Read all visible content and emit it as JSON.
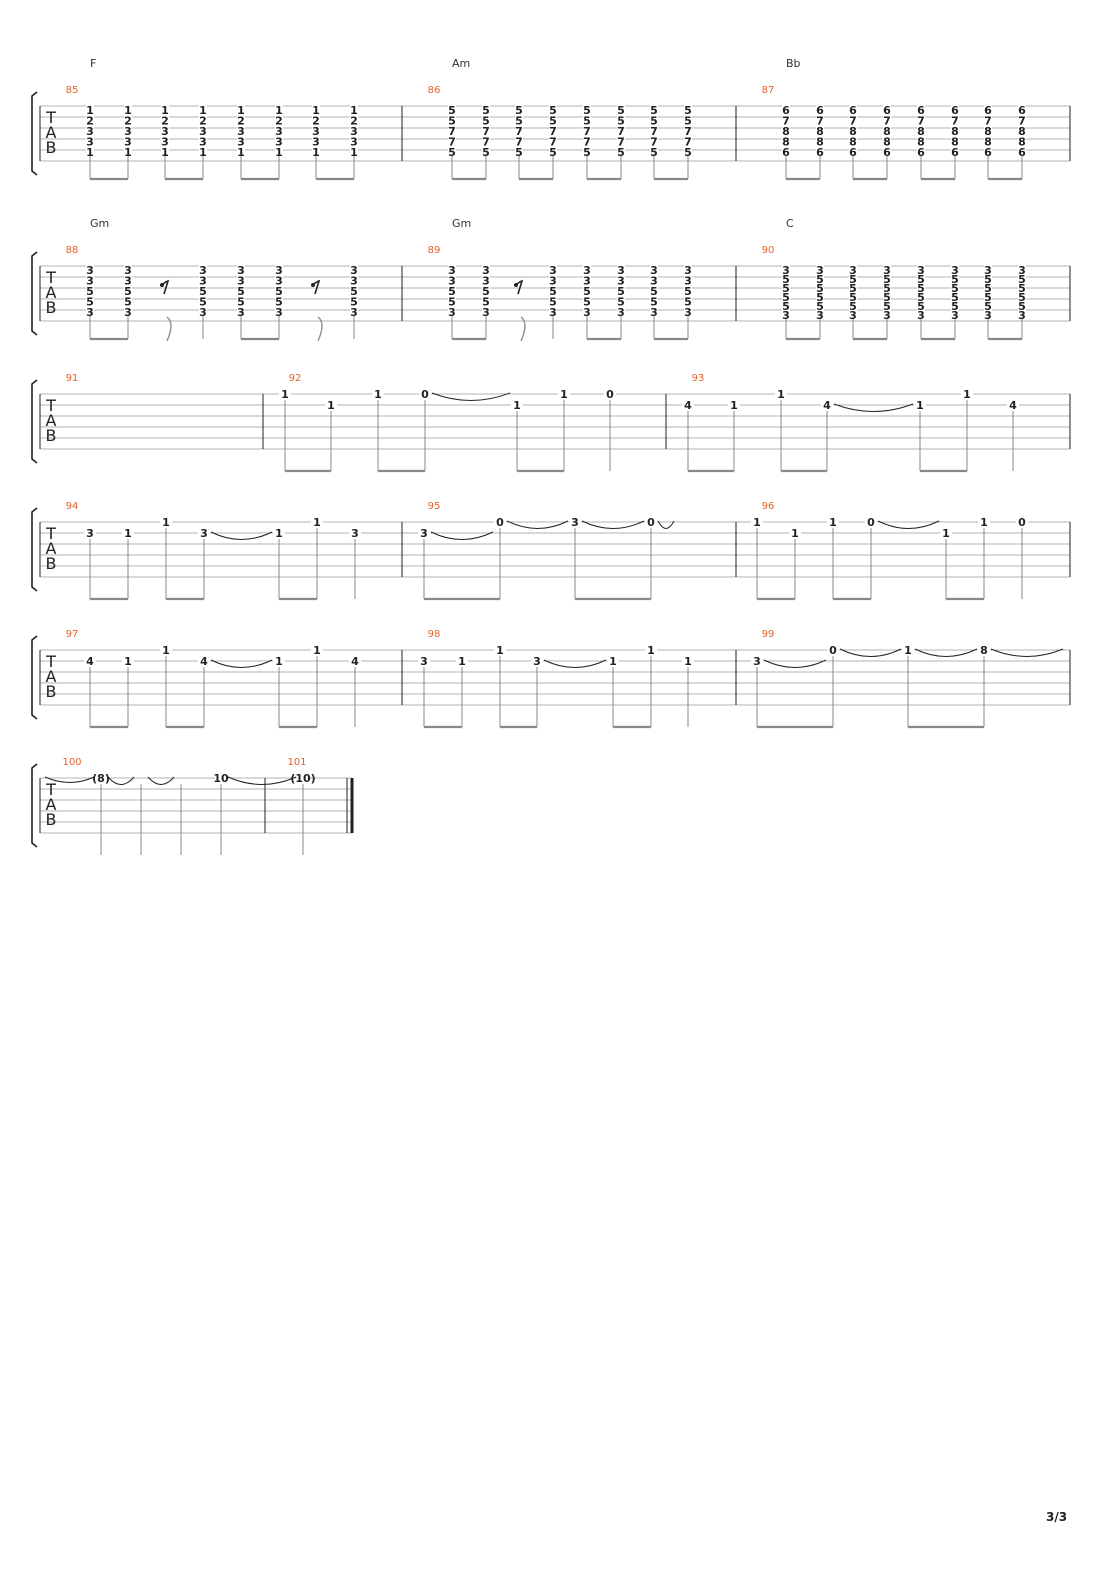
{
  "page_number": "3/3",
  "clef": [
    "T",
    "A",
    "B"
  ],
  "systems": [
    {
      "measures": [
        {
          "number": "85",
          "chord": "F",
          "beats": [
            [
              "1",
              "2",
              "3",
              "3",
              "1"
            ],
            [
              "1",
              "2",
              "3",
              "3",
              "1"
            ],
            [
              "1",
              "2",
              "3",
              "3",
              "1"
            ],
            [
              "1",
              "2",
              "3",
              "3",
              "1"
            ],
            [
              "1",
              "2",
              "3",
              "3",
              "1"
            ],
            [
              "1",
              "2",
              "3",
              "3",
              "1"
            ],
            [
              "1",
              "2",
              "3",
              "3",
              "1"
            ],
            [
              "1",
              "2",
              "3",
              "3",
              "1"
            ]
          ]
        },
        {
          "number": "86",
          "chord": "Am",
          "beats": [
            [
              "5",
              "5",
              "7",
              "7",
              "5"
            ],
            [
              "5",
              "5",
              "7",
              "7",
              "5"
            ],
            [
              "5",
              "5",
              "7",
              "7",
              "5"
            ],
            [
              "5",
              "5",
              "7",
              "7",
              "5"
            ],
            [
              "5",
              "5",
              "7",
              "7",
              "5"
            ],
            [
              "5",
              "5",
              "7",
              "7",
              "5"
            ],
            [
              "5",
              "5",
              "7",
              "7",
              "5"
            ],
            [
              "5",
              "5",
              "7",
              "7",
              "5"
            ]
          ]
        },
        {
          "number": "87",
          "chord": "Bb",
          "beats": [
            [
              "6",
              "7",
              "8",
              "8",
              "6"
            ],
            [
              "6",
              "7",
              "8",
              "8",
              "6"
            ],
            [
              "6",
              "7",
              "8",
              "8",
              "6"
            ],
            [
              "6",
              "7",
              "8",
              "8",
              "6"
            ],
            [
              "6",
              "7",
              "8",
              "8",
              "6"
            ],
            [
              "6",
              "7",
              "8",
              "8",
              "6"
            ],
            [
              "6",
              "7",
              "8",
              "8",
              "6"
            ],
            [
              "6",
              "7",
              "8",
              "8",
              "6"
            ]
          ]
        }
      ]
    },
    {
      "measures": [
        {
          "number": "88",
          "chord": "Gm",
          "beats": [
            [
              "3",
              "3",
              "5",
              "5",
              "3"
            ],
            [
              "3",
              "3",
              "5",
              "5",
              "3"
            ],
            "rest",
            [
              "3",
              "3",
              "5",
              "5",
              "3"
            ],
            [
              "3",
              "3",
              "5",
              "5",
              "3"
            ],
            [
              "3",
              "3",
              "5",
              "5",
              "3"
            ],
            "rest",
            [
              "3",
              "3",
              "5",
              "5",
              "3"
            ]
          ]
        },
        {
          "number": "89",
          "chord": "Gm",
          "beats": [
            [
              "3",
              "3",
              "5",
              "5",
              "3"
            ],
            [
              "3",
              "3",
              "5",
              "5",
              "3"
            ],
            "rest",
            [
              "3",
              "3",
              "5",
              "5",
              "3"
            ],
            [
              "3",
              "3",
              "5",
              "5",
              "3"
            ],
            [
              "3",
              "3",
              "5",
              "5",
              "3"
            ],
            [
              "3",
              "3",
              "5",
              "5",
              "3"
            ],
            [
              "3",
              "3",
              "5",
              "5",
              "3"
            ]
          ]
        },
        {
          "number": "90",
          "chord": "C",
          "beats": [
            [
              "3",
              "5",
              "5",
              "5",
              "5",
              "3"
            ],
            [
              "3",
              "5",
              "5",
              "5",
              "5",
              "3"
            ],
            [
              "3",
              "5",
              "5",
              "5",
              "5",
              "3"
            ],
            [
              "3",
              "5",
              "5",
              "5",
              "5",
              "3"
            ],
            [
              "3",
              "5",
              "5",
              "5",
              "5",
              "3"
            ],
            [
              "3",
              "5",
              "5",
              "5",
              "5",
              "3"
            ],
            [
              "3",
              "5",
              "5",
              "5",
              "5",
              "3"
            ],
            [
              "3",
              "5",
              "5",
              "5",
              "5",
              "3"
            ]
          ]
        }
      ]
    },
    {
      "measures": [
        {
          "number": "91",
          "chord": "",
          "notes": []
        },
        {
          "number": "92",
          "chord": "",
          "notes": [
            {
              "fret": "1",
              "string": 1
            },
            {
              "fret": "1",
              "string": 2
            },
            {
              "fret": "1",
              "string": 1
            },
            {
              "fret": "0",
              "string": 1,
              "tie": true
            },
            {
              "fret": "1",
              "string": 2
            },
            {
              "fret": "1",
              "string": 1
            },
            {
              "fret": "0",
              "string": 1
            }
          ]
        },
        {
          "number": "93",
          "chord": "",
          "notes": [
            {
              "fret": "4",
              "string": 2
            },
            {
              "fret": "1",
              "string": 2
            },
            {
              "fret": "1",
              "string": 1
            },
            {
              "fret": "4",
              "string": 2,
              "tie": true
            },
            {
              "fret": "1",
              "string": 2
            },
            {
              "fret": "1",
              "string": 1
            },
            {
              "fret": "4",
              "string": 2
            }
          ]
        }
      ]
    },
    {
      "measures": [
        {
          "number": "94",
          "chord": "",
          "notes": [
            {
              "fret": "3",
              "string": 2
            },
            {
              "fret": "1",
              "string": 2
            },
            {
              "fret": "1",
              "string": 1
            },
            {
              "fret": "3",
              "string": 2,
              "tie": true
            },
            {
              "fret": "1",
              "string": 2
            },
            {
              "fret": "1",
              "string": 1
            },
            {
              "fret": "3",
              "string": 2
            }
          ]
        },
        {
          "number": "95",
          "chord": "",
          "notes": [
            {
              "fret": "3",
              "string": 2,
              "tie": true
            },
            {
              "fret": "0",
              "string": 1,
              "tie": true
            },
            {
              "fret": "3",
              "string": 1,
              "tie": true
            },
            {
              "fret": "0",
              "string": 1,
              "tie": true
            }
          ]
        },
        {
          "number": "96",
          "chord": "",
          "notes": [
            {
              "fret": "1",
              "string": 1
            },
            {
              "fret": "1",
              "string": 2
            },
            {
              "fret": "1",
              "string": 1
            },
            {
              "fret": "0",
              "string": 1,
              "tie": true
            },
            {
              "fret": "1",
              "string": 2
            },
            {
              "fret": "1",
              "string": 1
            },
            {
              "fret": "0",
              "string": 1
            }
          ]
        }
      ]
    },
    {
      "measures": [
        {
          "number": "97",
          "chord": "",
          "notes": [
            {
              "fret": "4",
              "string": 2
            },
            {
              "fret": "1",
              "string": 2
            },
            {
              "fret": "1",
              "string": 1
            },
            {
              "fret": "4",
              "string": 2,
              "tie": true
            },
            {
              "fret": "1",
              "string": 2
            },
            {
              "fret": "1",
              "string": 1
            },
            {
              "fret": "4",
              "string": 2
            }
          ]
        },
        {
          "number": "98",
          "chord": "",
          "notes": [
            {
              "fret": "3",
              "string": 2
            },
            {
              "fret": "1",
              "string": 2
            },
            {
              "fret": "1",
              "string": 1
            },
            {
              "fret": "3",
              "string": 2,
              "tie": true
            },
            {
              "fret": "1",
              "string": 2
            },
            {
              "fret": "1",
              "string": 1
            },
            {
              "fret": "1",
              "string": 2
            }
          ]
        },
        {
          "number": "99",
          "chord": "",
          "notes": [
            {
              "fret": "3",
              "string": 2,
              "tie": true
            },
            {
              "fret": "0",
              "string": 1,
              "tie": true
            },
            {
              "fret": "1",
              "string": 1,
              "tie": true
            },
            {
              "fret": "8",
              "string": 1,
              "tie": true
            }
          ]
        }
      ]
    },
    {
      "measures": [
        {
          "number": "100",
          "chord": "",
          "notes": [
            {
              "fret": "(8)",
              "string": 1,
              "tie": true
            },
            {
              "fret": "",
              "string": 1,
              "tie": true
            },
            {
              "fret": "",
              "string": 1
            },
            {
              "fret": "10",
              "string": 1,
              "tie": true
            }
          ]
        },
        {
          "number": "101",
          "chord": "",
          "notes": [
            {
              "fret": "(10)",
              "string": 1
            }
          ]
        }
      ]
    }
  ],
  "colors": {
    "measure_number": "#e8602c",
    "ink": "#222222",
    "staff_line": "#9a9a9a",
    "beam": "#888888"
  }
}
